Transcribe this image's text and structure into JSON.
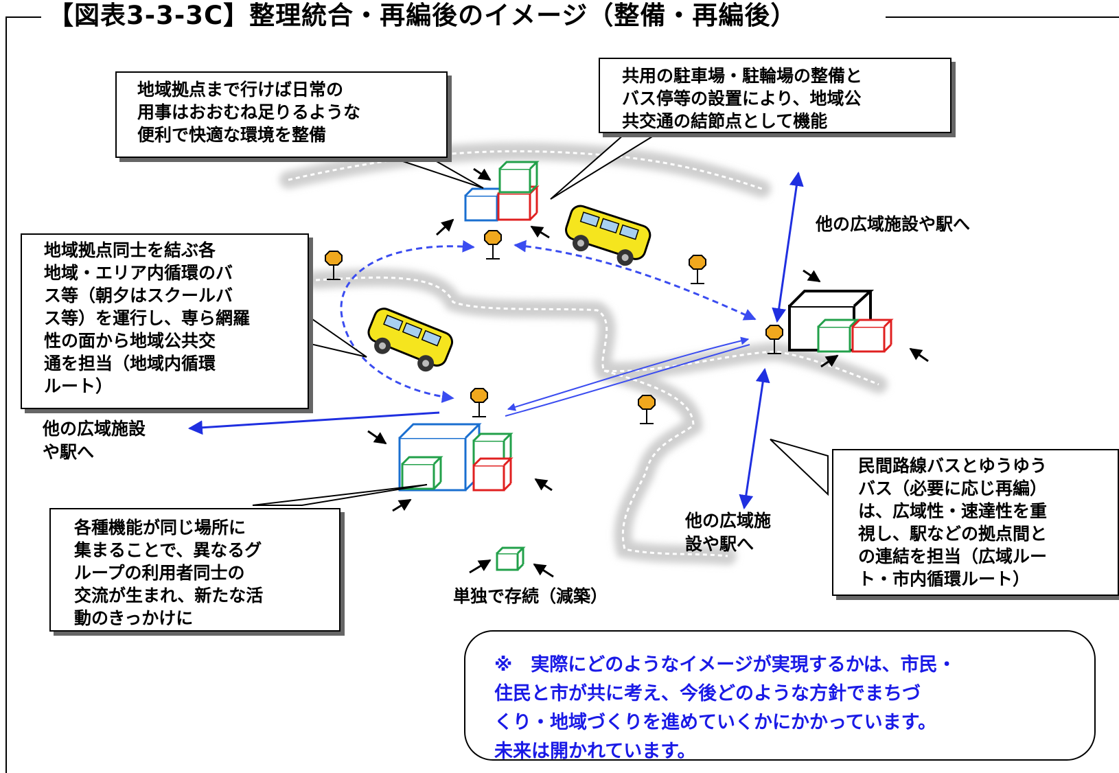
{
  "title": "【図表3-3-3C】整理統合・再編後のイメージ（整備・再編後）",
  "callouts": {
    "convenience": "地域拠点まで行けば日常の\n用事はおおむね足りるような\n便利で快適な環境を整備",
    "parking": "共用の駐車場・駐輪場の整備と\nバス停等の設置により、地域公\n共交通の結節点として機能",
    "circulation_bus": "地域拠点同士を結ぶ各\n地域・エリア内循環のバ\nス等（朝夕はスクールバ\nス等）を運行し、専ら網羅\n性の面から地域公共交\n通を担当（地域内循環\nルート）",
    "gathering": "各種機能が同じ場所に\n集まることで、異なるグ\nループの利用者同士の\n交流が生まれ、新たな活\n動のきっかけに",
    "private_bus": "民間路線バスとゆうゆう\nバス（必要に応じ再編）\nは、広域性・速達性を重\n視し、駅などの拠点間と\nの連結を担当（広域ルー\nト・市内循環ルート）"
  },
  "labels": {
    "to_stations_right": "他の広域施設や駅へ",
    "to_stations_left": "他の広域施設\nや駅へ",
    "to_stations_bottom": "他の広域施\n設や駅へ",
    "standalone": "単独で存続（減築）"
  },
  "note": "※　実際にどのようなイメージが実現するかは、市民・\n住民と市が共に考え、今後どのような方針でまちづ\nくり・地域づくりを進めていくかにかかっています。\n未来は開かれています。",
  "colors": {
    "blue_box": "#1a6fd0",
    "green_box": "#22a04a",
    "red_box": "#e02020",
    "bus_yellow": "#f5e51e",
    "route_blue": "#3a4cf0",
    "arrow_blue": "#1f2fe0",
    "road_gray": "#d9d9d9",
    "stop_orange": "#f0a81e",
    "note_text": "#1a1ae6"
  }
}
